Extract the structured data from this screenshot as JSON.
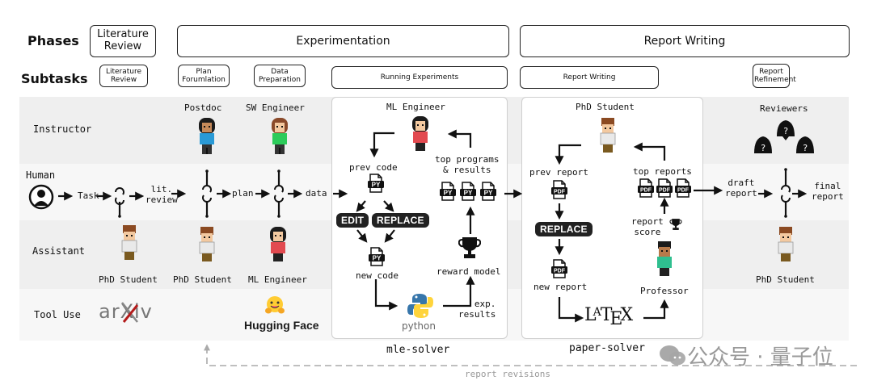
{
  "phases": {
    "label": "Phases",
    "items": [
      {
        "name": "Literature Review",
        "label": "Literature\nReview"
      },
      {
        "name": "Experimentation",
        "label": "Experimentation"
      },
      {
        "name": "Report Writing",
        "label": "Report Writing"
      }
    ]
  },
  "subtasks": {
    "label": "Subtasks",
    "items": [
      {
        "label": "Literature Review"
      },
      {
        "label": "Plan Forumlation"
      },
      {
        "label": "Data Preparation"
      },
      {
        "label": "Running Experiments"
      },
      {
        "label": "Report Writing"
      },
      {
        "label": "Report Refinement"
      }
    ]
  },
  "rows": {
    "instructor": "Instructor",
    "human": "Human",
    "assistant": "Assistant",
    "tool_use": "Tool Use"
  },
  "instructors": {
    "postdoc": "Postdoc",
    "sw_engineer": "SW Engineer",
    "reviewers": "Reviewers"
  },
  "assistants": {
    "a1": "PhD Student",
    "a2": "PhD Student",
    "a3": "ML Engineer",
    "a4": "PhD Student"
  },
  "flow": {
    "task": "Task",
    "lit_review": "lit.\nreview",
    "plan": "plan",
    "data": "data",
    "draft_report": "draft\nreport",
    "final_report": "final\nreport"
  },
  "tools": {
    "arxiv": "arXiv",
    "huggingface": "Hugging Face"
  },
  "mle_solver": {
    "title": "mle-solver",
    "agent": "ML Engineer",
    "prev_code": "prev code",
    "top_programs": "top programs\n& results",
    "edit": "EDIT",
    "replace": "REPLACE",
    "new_code": "new code",
    "reward_model": "reward model",
    "exp_results": "exp.\nresults",
    "file_type": "PY",
    "python": "python"
  },
  "paper_solver": {
    "title": "paper-solver",
    "agent": "PhD Student",
    "prev_report": "prev report",
    "top_reports": "top reports",
    "replace": "REPLACE",
    "new_report": "new report",
    "report_score": "report\nscore",
    "professor": "Professor",
    "file_type": "PDF",
    "latex": "LaTeX"
  },
  "feedback": {
    "label": "report revisions"
  },
  "watermark": {
    "text": "公众号 · 量子位"
  },
  "colors": {
    "band_dark": "#efefef",
    "band_light": "#f7f7f7",
    "ink": "#111111",
    "python_blue": "#3776ab",
    "python_yellow": "#ffd43b",
    "arxiv_red": "#b31b1b",
    "hf_yellow": "#ffcc33"
  }
}
